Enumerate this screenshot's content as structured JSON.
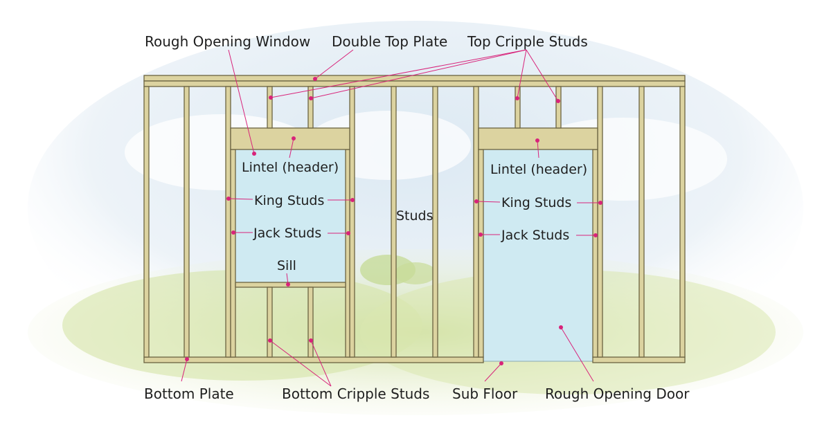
{
  "labels": {
    "rough_opening_window": "Rough Opening Window",
    "double_top_plate": "Double Top Plate",
    "top_cripple_studs": "Top Cripple Studs",
    "lintel_window": "Lintel (header)",
    "lintel_door": "Lintel (header)",
    "king_studs_window": "King Studs",
    "king_studs_door": "King Studs",
    "jack_studs_window": "Jack Studs",
    "jack_studs_door": "Jack Studs",
    "studs": "Studs",
    "sill": "Sill",
    "bottom_plate": "Bottom Plate",
    "bottom_cripple_studs": "Bottom Cripple Studs",
    "sub_floor": "Sub Floor",
    "rough_opening_door": "Rough Opening Door"
  },
  "colors": {
    "wood_fill": "#dcd3a0",
    "wood_stroke": "#6b6341",
    "opening_fill": "#cfeaf2",
    "leader": "#d8237a",
    "sky": "#e6f0f7",
    "hill": "#dfe9b8"
  }
}
